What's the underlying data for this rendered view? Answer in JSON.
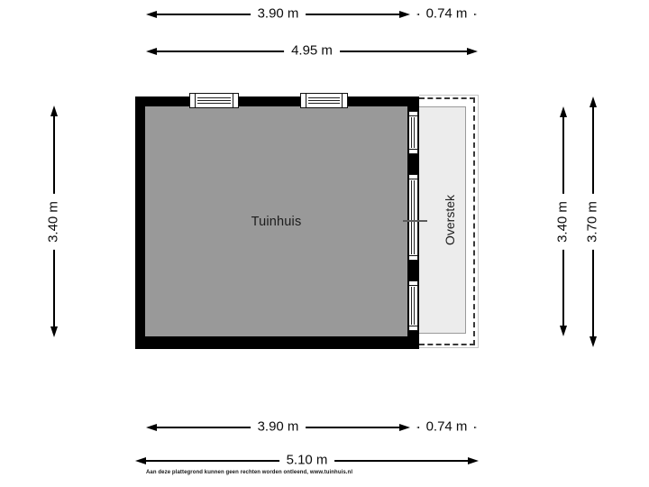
{
  "floorplan": {
    "room_label": "Tuinhuis",
    "overhang_label": "Overstek",
    "disclaimer": "Aan deze plattegrond kunnen geen rechten worden ontleend, www.tuinhuis.nl",
    "colors": {
      "wall": "#000000",
      "interior_fill": "#999999",
      "overhang_fill": "#ececec",
      "dimension": "#000000",
      "background": "#ffffff"
    },
    "dimensions": {
      "top_width_main": "3.90 m",
      "top_width_overhang": "0.74 m",
      "top_width_total": "4.95 m",
      "left_height": "3.40 m",
      "right_height_main": "3.40 m",
      "right_height_total": "3.70 m",
      "bottom_width_main": "3.90 m",
      "bottom_width_overhang": "0.74 m",
      "bottom_width_total": "5.10 m"
    }
  }
}
